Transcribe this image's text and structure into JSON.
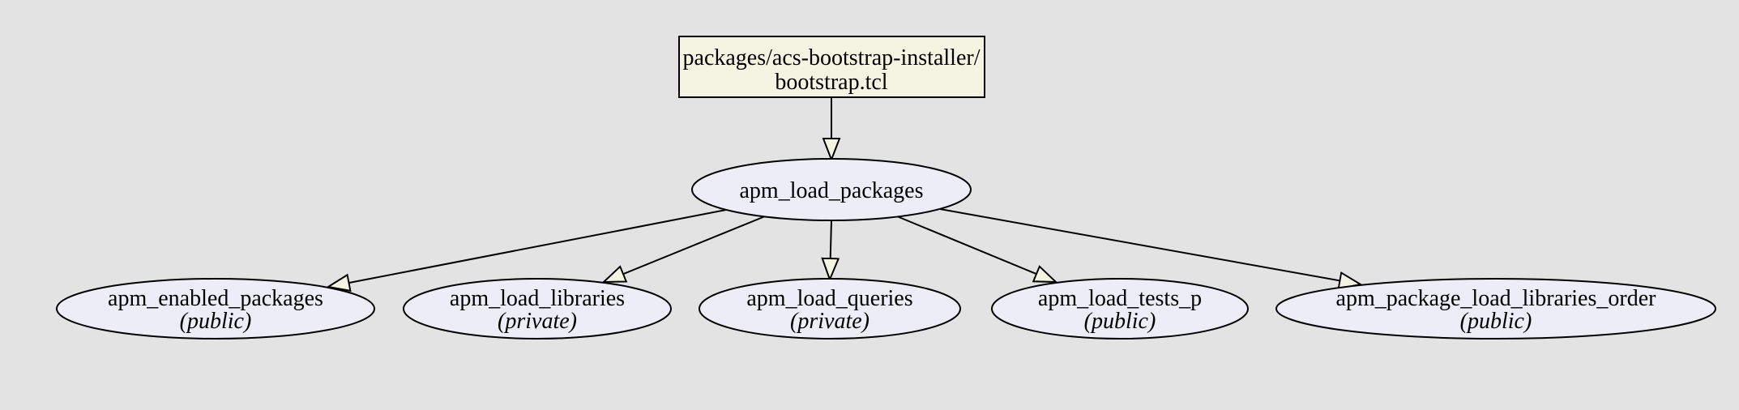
{
  "diagram": {
    "kind": "call-graph",
    "file_node": {
      "lines": [
        "packages/acs-bootstrap-installer/",
        "bootstrap.tcl"
      ]
    },
    "root_proc": {
      "label": "apm_load_packages"
    },
    "children": [
      {
        "label": "apm_enabled_packages",
        "visibility": "(public)"
      },
      {
        "label": "apm_load_libraries",
        "visibility": "(private)"
      },
      {
        "label": "apm_load_queries",
        "visibility": "(private)"
      },
      {
        "label": "apm_load_tests_p",
        "visibility": "(public)"
      },
      {
        "label": "apm_package_load_libraries_order",
        "visibility": "(public)"
      }
    ]
  },
  "colors": {
    "background": "#e3e3e3",
    "file_node_fill": "#f4f4e2",
    "proc_node_fill": "#ededf7",
    "arrowhead_fill": "#f4f4e2",
    "stroke": "#000000"
  }
}
